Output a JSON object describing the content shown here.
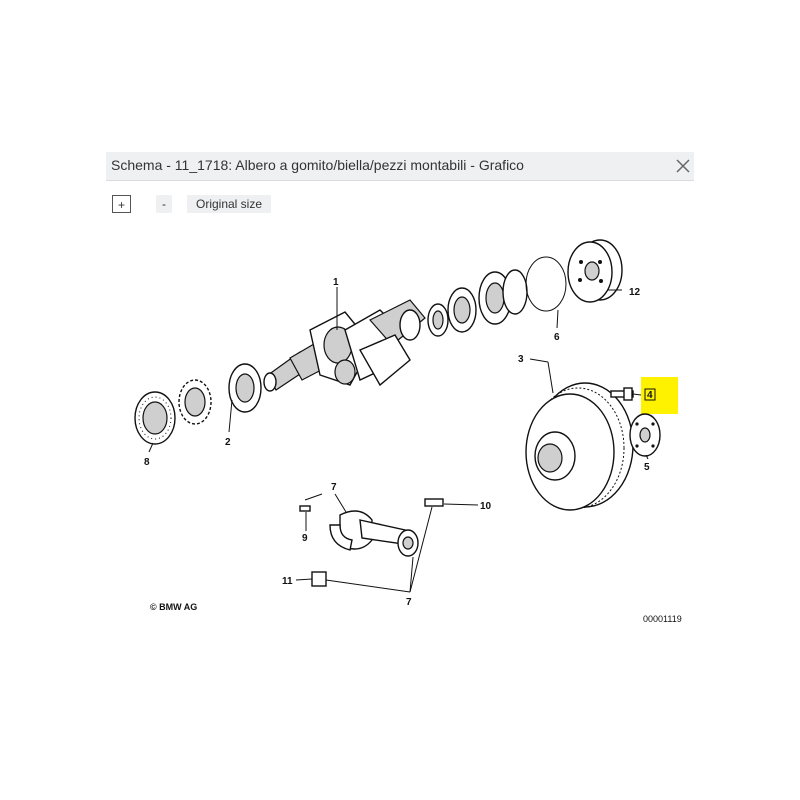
{
  "window": {
    "title": "Schema - 11_1718: Albero a gomito/biella/pezzi montabili - Grafico",
    "close_icon": "close-icon"
  },
  "toolbar": {
    "zoom_in_label": "+",
    "zoom_out_label": "-",
    "original_size_label": "Original size"
  },
  "diagram": {
    "callouts": [
      "1",
      "2",
      "3",
      "4",
      "5",
      "6",
      "7",
      "7",
      "8",
      "9",
      "10",
      "11",
      "12"
    ],
    "copyright": "© BMW AG",
    "drawing_number": "00001119",
    "highlight_color": "#fff200",
    "highlighted_callout": "4"
  }
}
